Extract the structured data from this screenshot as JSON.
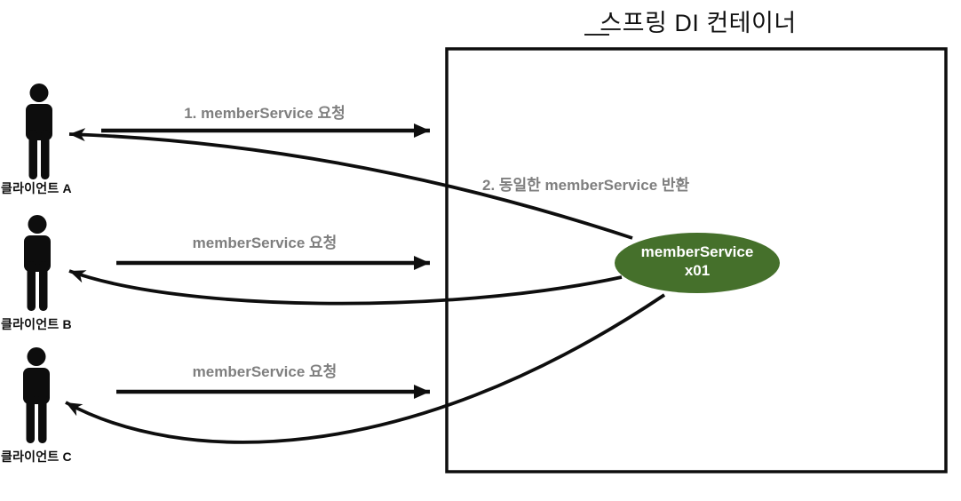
{
  "diagram": {
    "title": "스프링 DI 컨테이너",
    "return_label": "2. 동일한 memberService 반환",
    "bean": {
      "line1": "memberService",
      "line2": "x01"
    },
    "clients": [
      {
        "label": "클라이언트 A",
        "request_label": "1. memberService 요청"
      },
      {
        "label": "클라이언트 B",
        "request_label": "memberService 요청"
      },
      {
        "label": "클라이언트 C",
        "request_label": "memberService 요청"
      }
    ],
    "icons": {
      "client": "person-icon"
    },
    "colors": {
      "bean_fill": "#45702b",
      "bean_text": "#ffffff",
      "label_gray": "#7f7f7f",
      "line_black": "#0e0e0e"
    }
  }
}
